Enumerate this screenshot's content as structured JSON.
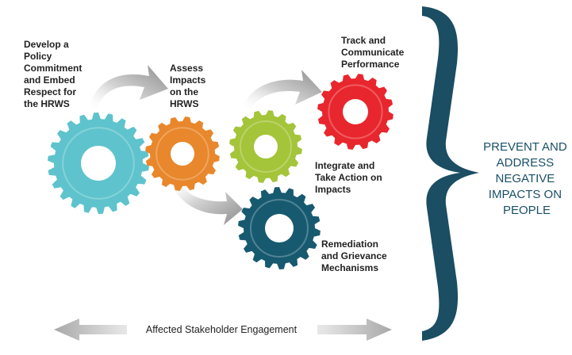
{
  "steps": [
    {
      "lines": [
        "Develop a",
        "Policy",
        "Commitment",
        "and Embed",
        "Respect for",
        "the HRWS"
      ],
      "color": "#5ec3cc"
    },
    {
      "lines": [
        "Assess",
        "Impacts",
        "on the",
        "HRWS"
      ],
      "color": "#e8872b"
    },
    {
      "lines": [
        "Integrate and",
        "Take Action on",
        "Impacts"
      ],
      "color": "#a4c43a"
    },
    {
      "lines": [
        "Track and",
        "Communicate",
        "Performance"
      ],
      "color": "#e8262d"
    },
    {
      "lines": [
        "Remediation",
        "and Grievance",
        "Mechanisms"
      ],
      "color": "#175a70"
    }
  ],
  "brace_label": [
    "PREVENT AND",
    "ADDRESS",
    "NEGATIVE",
    "IMPACTS ON",
    "PEOPLE"
  ],
  "brace_color": "#1b4d63",
  "bottom_label": "Affected Stakeholder Engagement"
}
